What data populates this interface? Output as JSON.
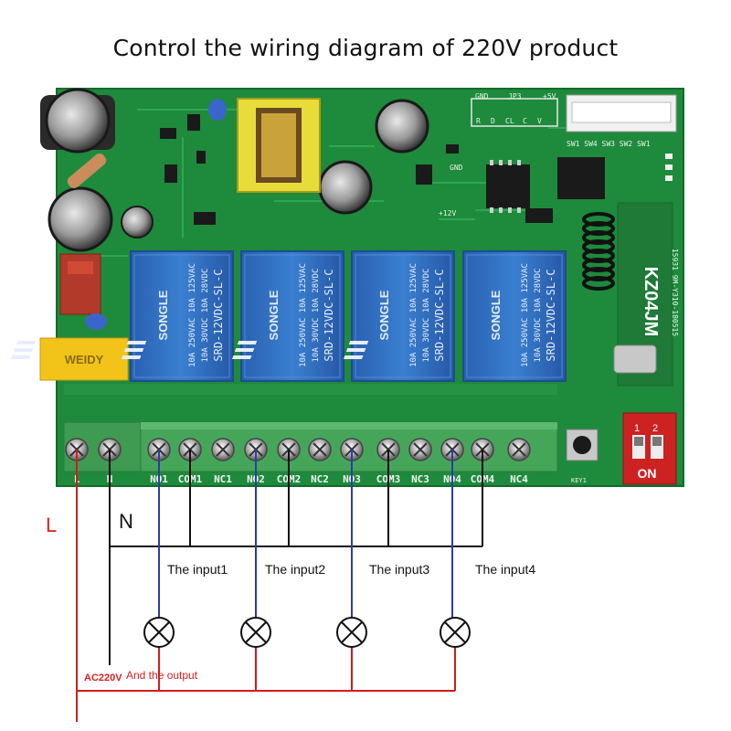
{
  "diagram": {
    "title": "Control the wiring diagram of 220V product",
    "line_label": "L",
    "neutral_label": "N",
    "power_label": "AC220V",
    "output_label": "And the output",
    "inputs": [
      "The input1",
      "The input2",
      "The input3",
      "The input4"
    ],
    "terminals": [
      "L",
      "N",
      "NO1",
      "COM1",
      "NC1",
      "NO2",
      "COM2",
      "NC2",
      "NO3",
      "COM3",
      "NC3",
      "NO4",
      "COM4",
      "NC4"
    ],
    "relays": [
      {
        "brand": "SONGLE",
        "model": "SRD-12VDC-SL-C",
        "rating_1": "10A 250VAC  10A 125VAC",
        "rating_2": "10A 30VDC  10A 28VDC"
      },
      {
        "brand": "SONGLE",
        "model": "SRD-12VDC-SL-C",
        "rating_1": "10A 250VAC  10A 125VAC",
        "rating_2": "10A 30VDC  10A 28VDC"
      },
      {
        "brand": "SONGLE",
        "model": "SRD-12VDC-SL-C",
        "rating_1": "10A 250VAC  10A 125VAC",
        "rating_2": "10A 30VDC  10A 28VDC"
      },
      {
        "brand": "SONGLE",
        "model": "SRD-12VDC-SL-C",
        "rating_1": "10A 250VAC  10A 125VAC",
        "rating_2": "10A 30VDC  10A 28VDC"
      }
    ],
    "board_model": "KZ04JM",
    "board_date": "15931 9M-Y310-180515",
    "capacitor_brand": "WEIDY",
    "dip_switch": {
      "label": "ON",
      "pins": [
        "1",
        "2"
      ]
    },
    "header_labels": [
      "GND",
      "JP3",
      "+5V",
      "R",
      "D",
      "CL",
      "C",
      "V"
    ],
    "pcb_labels": {
      "gnd": "GND",
      "v12": "+12V",
      "key": "KEY1",
      "sw": "SW1  SW4  SW3  SW2  SW1"
    },
    "colors": {
      "pcb": "#1e8a3c",
      "pcb_dark": "#136b2b",
      "relay": "#2f6fc0",
      "terminal_block": "#45a65a",
      "line_wire": "#d21c1c",
      "neutral_wire": "#111111",
      "input_wire": "#2a3ea8",
      "transformer": "#e8dc3a",
      "capacitor_yellow": "#f2c419",
      "label_red": "#d92020"
    }
  }
}
